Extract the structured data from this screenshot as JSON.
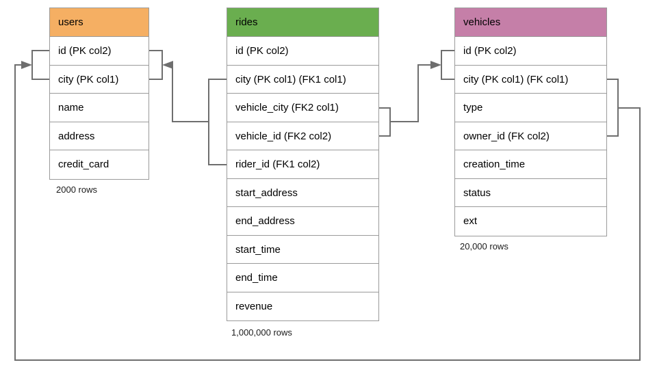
{
  "diagram": {
    "type": "entity-relationship-diagram",
    "title": "",
    "background_color": "#ffffff",
    "line_color": "#6e6e6e",
    "border_color": "#9a9a9a"
  },
  "tables": [
    {
      "id": "users",
      "name": "users",
      "header_color": "#f5af63",
      "row_count_label": "2000 rows",
      "columns": [
        {
          "label": "id (PK col2)"
        },
        {
          "label": "city (PK col1)"
        },
        {
          "label": "name"
        },
        {
          "label": "address"
        },
        {
          "label": "credit_card"
        }
      ]
    },
    {
      "id": "rides",
      "name": "rides",
      "header_color": "#6aae4f",
      "row_count_label": "1,000,000 rows",
      "columns": [
        {
          "label": "id (PK col2)"
        },
        {
          "label": "city (PK col1) (FK1 col1)"
        },
        {
          "label": "vehicle_city (FK2 col1)"
        },
        {
          "label": "vehicle_id (FK2 col2)"
        },
        {
          "label": "rider_id (FK1 col2)"
        },
        {
          "label": "start_address"
        },
        {
          "label": "end_address"
        },
        {
          "label": "start_time"
        },
        {
          "label": "end_time"
        },
        {
          "label": "revenue"
        }
      ]
    },
    {
      "id": "vehicles",
      "name": "vehicles",
      "header_color": "#c57fa8",
      "row_count_label": "20,000 rows",
      "columns": [
        {
          "label": "id (PK col2)"
        },
        {
          "label": "city (PK col1) (FK col1)"
        },
        {
          "label": "type"
        },
        {
          "label": "owner_id (FK col2)"
        },
        {
          "label": "creation_time"
        },
        {
          "label": "status"
        },
        {
          "label": "ext"
        }
      ]
    }
  ],
  "relationships": [
    {
      "id": "fk1-rides-users",
      "name": "FK1",
      "from_table": "rides",
      "from_columns": [
        "city (PK col1) (FK1 col1)",
        "rider_id (FK1 col2)"
      ],
      "to_table": "users",
      "to_columns": [
        "id (PK col2)",
        "city (PK col1)"
      ]
    },
    {
      "id": "fk2-rides-vehicles",
      "name": "FK2",
      "from_table": "rides",
      "from_columns": [
        "vehicle_city (FK2 col1)",
        "vehicle_id (FK2 col2)"
      ],
      "to_table": "vehicles",
      "to_columns": [
        "id (PK col2)",
        "city (PK col1) (FK col1)"
      ]
    },
    {
      "id": "fk-vehicles-users",
      "name": "FK",
      "from_table": "vehicles",
      "from_columns": [
        "city (PK col1) (FK col1)",
        "owner_id (FK col2)"
      ],
      "to_table": "users",
      "to_columns": [
        "id (PK col2)",
        "city (PK col1)"
      ]
    }
  ]
}
